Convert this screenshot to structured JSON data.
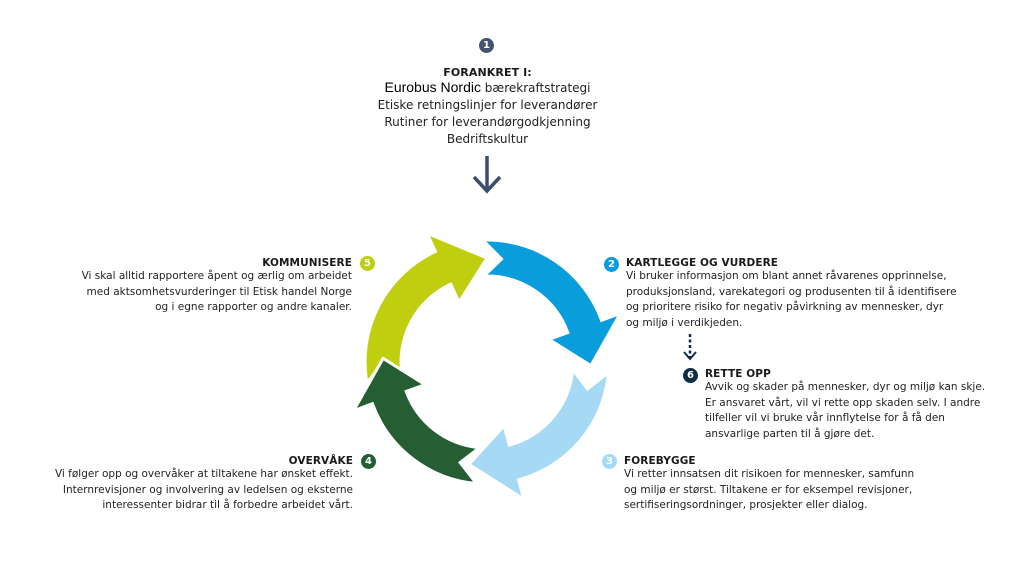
{
  "colors": {
    "navy": "#44546f",
    "dark_navy": "#0f2b4a",
    "lime": "#bfce0e",
    "blue": "#0a9ddc",
    "light_blue": "#a6d9f4",
    "dark_green": "#245e32",
    "arrow_gray": "#3d4e6c"
  },
  "step1": {
    "number": "1",
    "title": "FORANKRET I:",
    "brand": "Eurobus Nordic",
    "line1_rest": " bærekraftstrategi",
    "lines": [
      "Etiske retningslinjer for leverandører",
      "Rutiner for leverandørgodkjenning",
      "Bedriftskultur"
    ],
    "arrow_icon": "arrow-down-icon"
  },
  "steps": [
    {
      "number": "2",
      "title": "KARTLEGGE OG VURDERE",
      "lines": [
        "Vi bruker informasjon om blant annet råvarenes opprinnelse,",
        "produksjonsland, varekategori og produsenten til å identifisere",
        "og prioritere risiko for negativ påvirkning av mennesker, dyr",
        "og miljø i verdikjeden."
      ]
    },
    {
      "number": "3",
      "title": "FOREBYGGE",
      "lines": [
        "Vi retter innsatsen dit risikoen for mennesker, samfunn",
        "og miljø er størst. Tiltakene er for eksempel revisjoner,",
        "sertifiseringsordninger, prosjekter eller dialog."
      ]
    },
    {
      "number": "4",
      "title": "OVERVÅKE",
      "lines": [
        "Vi følger opp og overvåker at tiltakene har ønsket effekt.",
        "Internrevisjoner og involvering av ledelsen og eksterne",
        "interessenter bidrar til å forbedre arbeidet vårt."
      ]
    },
    {
      "number": "5",
      "title": "KOMMUNISERE",
      "lines": [
        "Vi skal alltid rapportere åpent og ærlig om arbeidet",
        "med aktsomhetsvurderinger til Etisk handel Norge",
        "og i egne rapporter og andre kanaler."
      ]
    },
    {
      "number": "6",
      "title": "RETTE OPP",
      "lines": [
        "Avvik og skader på mennesker, dyr og miljø kan skje.",
        "Er ansvaret vårt, vil vi rette opp skaden selv. I andre",
        "tilfeller vil vi bruke vår innflytelse for å få den",
        "ansvarlige parten til å gjøre det."
      ]
    }
  ],
  "cycle": {
    "order": [
      "5",
      "2",
      "3",
      "4"
    ],
    "arrows": [
      {
        "step": "5",
        "color_key": "lime"
      },
      {
        "step": "2",
        "color_key": "blue"
      },
      {
        "step": "3",
        "color_key": "light_blue"
      },
      {
        "step": "4",
        "color_key": "dark_green"
      }
    ]
  }
}
